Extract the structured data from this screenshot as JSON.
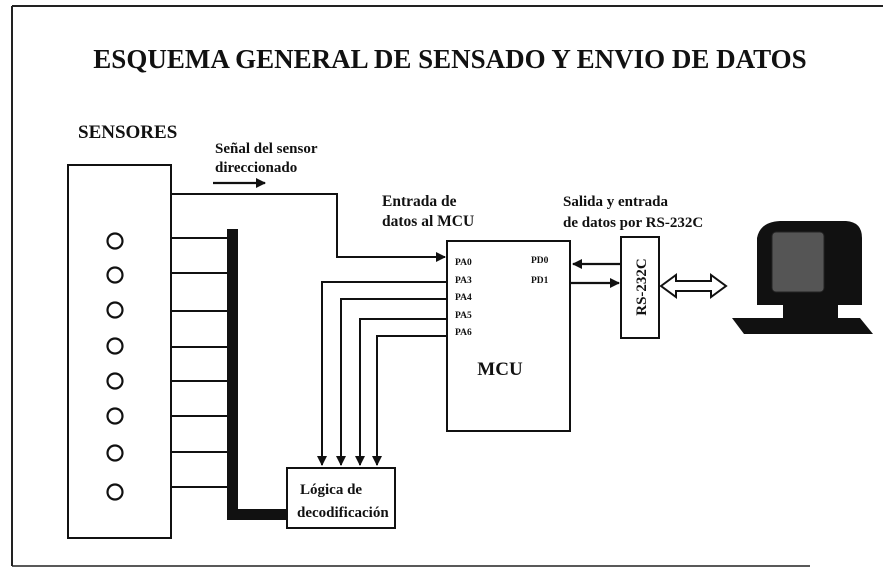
{
  "title": "ESQUEMA GENERAL DE SENSADO Y ENVIO DE DATOS",
  "sensors": {
    "label": "SENSORES",
    "count": 8
  },
  "signal_label": {
    "line1": "Señal del sensor",
    "line2": "direccionado"
  },
  "mcu_input_label": {
    "line1": "Entrada de",
    "line2": "datos al MCU"
  },
  "serial_label": {
    "line1": "Salida y entrada",
    "line2": "de datos por RS-232C"
  },
  "mcu": {
    "name": "MCU",
    "pins_left": [
      "PA0",
      "PA3",
      "PA4",
      "PA5",
      "PA6"
    ],
    "pins_right": [
      "PD0",
      "PD1"
    ]
  },
  "rs232": "RS-232C",
  "decoder": {
    "line1": "Lógica de",
    "line2": "decodificación"
  },
  "colors": {
    "ink": "#111111",
    "background": "#ffffff"
  },
  "icons": {
    "computer": "computer-monitor-icon",
    "bidirectional_arrow": "double-arrow-icon"
  }
}
